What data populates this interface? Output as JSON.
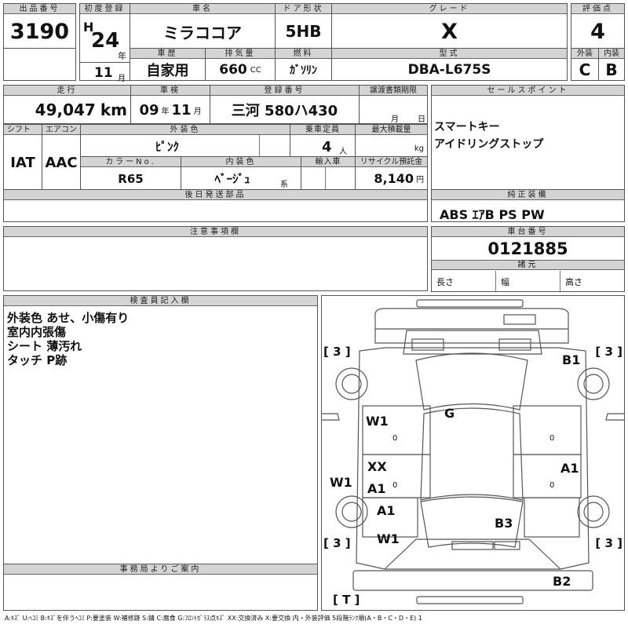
{
  "header": {
    "lot_label": "出品番号",
    "lot_value": "3190",
    "first_reg_label": "初度登録",
    "era": "H",
    "year": "24",
    "year_unit": "年",
    "month": "11",
    "month_unit": "月",
    "car_name_label": "車名",
    "car_name": "ミラココア",
    "door_label": "ドア形状",
    "door_value": "5HB",
    "grade_label": "グレード",
    "grade_value": "X",
    "score_label": "評価点",
    "score_value": "4",
    "history_label": "車歴",
    "history_value": "自家用",
    "displacement_label": "排気量",
    "displacement_value": "660",
    "displacement_unit": "CC",
    "fuel_label": "燃料",
    "fuel_value": "ｶﾞｿﾘﾝ",
    "model_label": "型式",
    "model_value": "DBA-L675S",
    "exterior_label": "外装",
    "exterior_value": "C",
    "interior_label": "内装",
    "interior_value": "B"
  },
  "row2": {
    "mileage_label": "走行",
    "mileage_value": "49,047",
    "mileage_unit": "km",
    "inspection_label": "車検",
    "insp_year": "09",
    "insp_year_unit": "年",
    "insp_month": "11",
    "insp_month_unit": "月",
    "plate_label": "登録番号",
    "plate_value": "三河 580ハ430",
    "transfer_label": "譲渡書類期限",
    "transfer_month": "月",
    "transfer_day": "日",
    "sales_label": "セールスポイント",
    "sales_items": [
      "スマートキー",
      "アイドリングストップ"
    ]
  },
  "row3": {
    "shift_label": "シフト",
    "shift_value": "IAT",
    "ac_label": "エアコン",
    "ac_value": "AAC",
    "color_label": "外装色",
    "color_value": "ﾋﾟﾝｸ",
    "capacity_label": "乗車定員",
    "capacity_value": "4",
    "capacity_unit": "人",
    "load_label": "最大積載量",
    "load_unit": "kg",
    "color_no_label": "カラーNo.",
    "color_no_value": "R65",
    "int_color_label": "内装色",
    "int_color_value": "ﾍﾞｰｼﾞｭ",
    "int_color_suffix": "系",
    "import_label": "輸入車",
    "recycle_label": "リサイクル預託金",
    "recycle_value": "8,140",
    "recycle_unit": "円"
  },
  "later_parts_label": "後日発送部品",
  "equipment_label": "純正装備",
  "equipment_value": "ABS ｴｱB PS PW",
  "caution_label": "注意事項欄",
  "chassis_label": "車台番号",
  "chassis_value": "0121885",
  "specs_label": "諸元",
  "length_label": "長さ",
  "width_label": "幅",
  "height_label": "高さ",
  "inspector_label": "検査員記入欄",
  "inspector_notes": [
    "外装色 あせ、小傷有り",
    "室内内張傷",
    "シート 薄汚れ",
    "タッチ P跡"
  ],
  "office_label": "事務局よりご案内",
  "legend": "A:ｷｽﾞ U:ﾍｺﾐ B:ｷｽﾞを伴うﾍｺﾐ P:要塗装 W:補修跡 S:錆 C:腐食 G:ﾌﾛﾝﾄｶﾞﾗｽ点ｷｽﾞ XX:交換済み X:要交換 内・外装評価 5段階ﾗﾝｸ順(A・B・C・D・E) 1",
  "diagram": {
    "bracket_tl": "[ 3 ]",
    "bracket_tr": "[ 3 ]",
    "bracket_bl": "[ 3 ]",
    "bracket_br": "[ 3 ]",
    "bracket_t": "[ T ]",
    "marks": {
      "g": "G",
      "b1": "B1",
      "w1_a": "W1",
      "xx": "XX",
      "a1_a": "A1",
      "w1_b": "W1",
      "a1_b": "A1",
      "a1_c": "A1",
      "b3": "B3",
      "w1_c": "W1",
      "b2": "B2",
      "zero_l1": "0",
      "zero_r1": "0",
      "zero_l2": "0",
      "zero_r2": "0"
    }
  }
}
